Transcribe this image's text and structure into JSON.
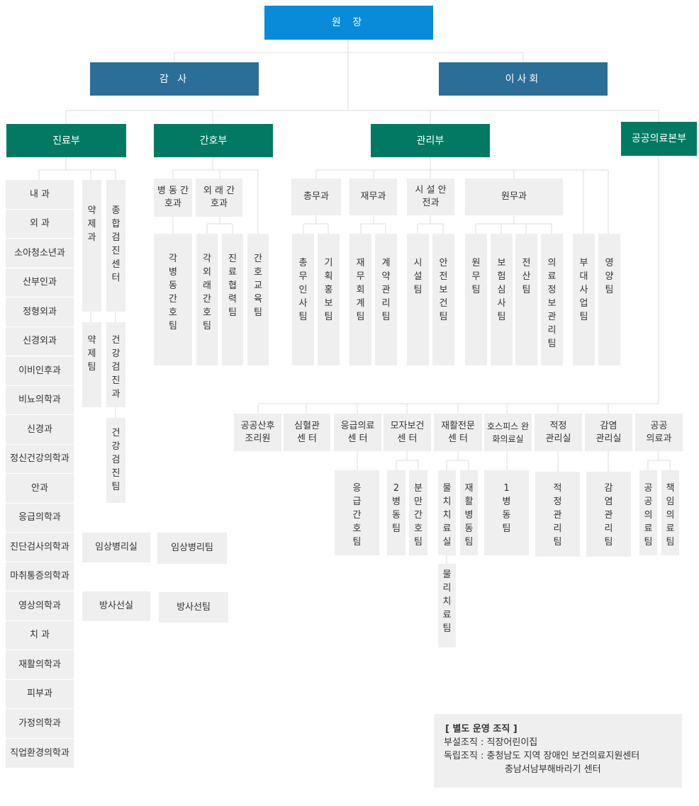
{
  "top": {
    "director": "원 장"
  },
  "level2": {
    "audit": "감 사",
    "board": "이사회"
  },
  "divisions": {
    "medical": "진료부",
    "nursing": "간호부",
    "management": "관리부",
    "public": "공공의료본부"
  },
  "medical_depts": [
    "내 과",
    "외 과",
    "소아청소년과",
    "산부인과",
    "정형외과",
    "신경외과",
    "이비인후과",
    "비뇨의학과",
    "신경과",
    "정신건강의학과",
    "안과",
    "응급의학과",
    "진단검사의학과",
    "마취통증의학과",
    "영상의학과",
    "치 과",
    "재활의학과",
    "피부과",
    "가정의학과",
    "직업환경의학과"
  ],
  "pharmacy": {
    "dept": "약제과",
    "team": "약제팀"
  },
  "checkup": {
    "center": "종합검진센터",
    "dept": "건강검진과",
    "team": "건강검진팀"
  },
  "pathology": {
    "room": "임상병리실",
    "team": "임상병리팀"
  },
  "radiology": {
    "room": "방사선실",
    "team": "방사선팀"
  },
  "nursing": {
    "ward_dept": "병 동 간호과",
    "outpatient_dept": "외 래 간호과",
    "ward_team": "각병동간호팀",
    "outpatient_team": "각외래간호팀",
    "coop_team": "진료협력팀",
    "edu_team": "간호교육팀"
  },
  "management": {
    "general": {
      "dept": "총무과",
      "teams": [
        "총무인사팀",
        "기획홍보팀"
      ]
    },
    "finance": {
      "dept": "재무과",
      "teams": [
        "재무회계팀",
        "계약관리팀"
      ]
    },
    "facility": {
      "dept": "시 설 안전과",
      "teams": [
        "시설팀",
        "안전보건팀"
      ]
    },
    "admin": {
      "dept": "원무과",
      "teams": [
        "원무팀",
        "보험심사팀",
        "전산팀",
        "의료정보관리팀"
      ]
    },
    "affiliated_team": "부대사업팀",
    "nutrition_team": "영양팀"
  },
  "public_units": {
    "postpartum": "공공산후 조리원",
    "cardio": "심혈관 센 터",
    "emergency": {
      "name": "응급의료 센 터",
      "team": "응급간호팀"
    },
    "maternal": {
      "name": "모자보건 센 터",
      "teams": [
        "2병동팀",
        "분만간호팀"
      ]
    },
    "rehab": {
      "name": "재활전문 센 터",
      "teams": [
        "물치치료실",
        "재활병동팀",
        "물리치료팀"
      ]
    },
    "hospice": {
      "name": "호스피스 완화의료실",
      "team": "1병동팀"
    },
    "appropriate": {
      "name": "적정 관리실",
      "team": "적정관리팀"
    },
    "infection": {
      "name": "감염 관리실",
      "team": "감염관리팀"
    },
    "public_dept": {
      "name": "공공 의료과",
      "teams": [
        "공공의료팀",
        "책임의료팀"
      ]
    }
  },
  "note": {
    "title": "[ 별도 운영 조직 ]",
    "attached": "부설조직 : 직장어린이집",
    "independent": "독립조직 : 충청남도 지역 장애인 보건의료지원센터",
    "independent_2": "충남서남부해바라기 센터"
  },
  "colors": {
    "top": "#0a8bd9",
    "level2": "#2b6f98",
    "division": "#027a63",
    "unit": "#efefef",
    "line": "#dddddd"
  }
}
